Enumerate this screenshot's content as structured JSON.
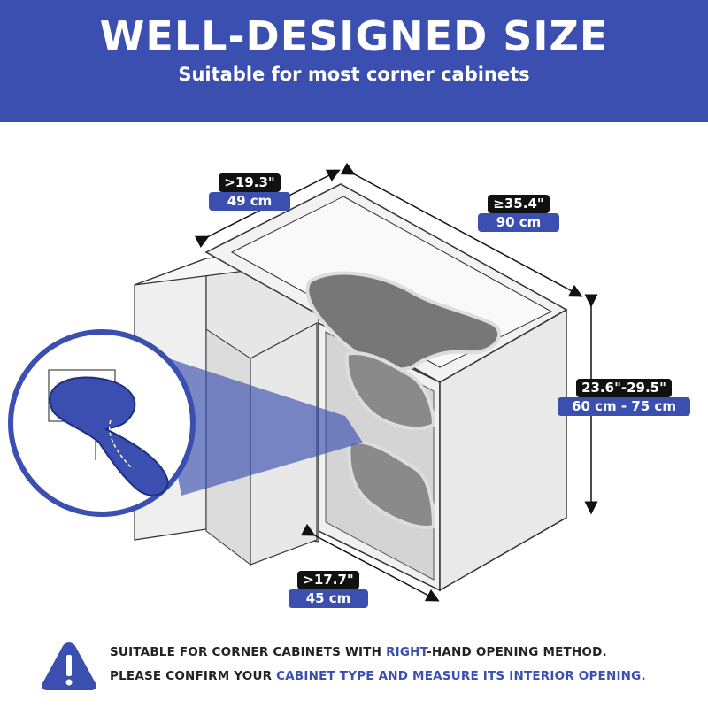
{
  "header": {
    "title": "WELL-DESIGNED SIZE",
    "subtitle": "Suitable for most corner cabinets"
  },
  "dimensions": {
    "depth_left": {
      "imperial": ">19.3\"",
      "metric": "49 cm"
    },
    "width_right": {
      "imperial": "≥35.4\"",
      "metric": "90 cm"
    },
    "height": {
      "imperial": "23.6\"-29.5\"",
      "metric": "60 cm - 75 cm"
    },
    "door_width": {
      "imperial": ">17.7\"",
      "metric": "45 cm"
    }
  },
  "notice": {
    "line1_a": "SUITABLE FOR CORNER CABINETS WITH ",
    "line1_hl": "RIGHT",
    "line1_b": "-HAND OPENING METHOD.",
    "line2_a": "PLEASE CONFIRM YOUR ",
    "line2_hl": "CABINET TYPE AND MEASURE ITS INTERIOR OPENING."
  },
  "colors": {
    "brand_blue": "#3a4fb0",
    "dark_label": "#111111"
  },
  "icons": [
    "warning-triangle-icon",
    "tray-detail-magnifier-icon"
  ]
}
